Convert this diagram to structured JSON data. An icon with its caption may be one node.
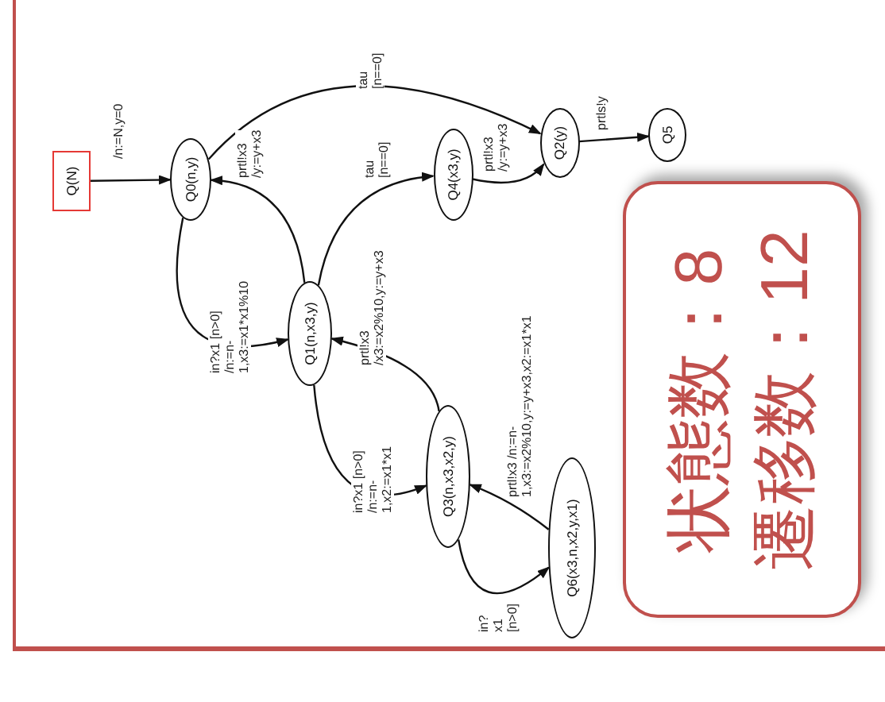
{
  "diagram": {
    "nodes": [
      {
        "text": [
          "Q(N)"
        ]
      },
      {
        "text": [
          "Q0(n,y)"
        ]
      },
      {
        "text": [
          "Q2(y)"
        ]
      },
      {
        "text": [
          "Q5"
        ]
      },
      {
        "text": [
          "Q4(x3,y)"
        ]
      },
      {
        "text": [
          "Q1(n,x3,y)"
        ]
      },
      {
        "text": [
          "Q3(n,x3,x2,y)"
        ]
      },
      {
        "text": [
          "Q6(x3,n,x2,y,x1)"
        ]
      },
      {
        "text": [
          "状態数：8",
          "遷移数：12"
        ]
      }
    ],
    "edges": [
      {
        "from": 0,
        "to": 1,
        "arrow": "to",
        "label": "/n:=N,y=0"
      },
      {
        "from": 1,
        "to": 2,
        "arrow": "to",
        "label": "tau [n==0]"
      },
      {
        "from": 1,
        "to": 5,
        "arrow": "to",
        "label": "in?x1 [n>0] /n:=n-1,x3:=x1*x1%10"
      },
      {
        "from": 5,
        "to": 1,
        "arrow": "to",
        "label": "prtl!x3 /y:=y+x3"
      },
      {
        "from": 5,
        "to": 4,
        "arrow": "to",
        "label": "tau [n==0]"
      },
      {
        "from": 4,
        "to": 2,
        "arrow": "to",
        "label": "prtl!x3 /y:=y+x3"
      },
      {
        "from": 2,
        "to": 3,
        "arrow": "to",
        "label": "prtls!y"
      },
      {
        "from": 5,
        "to": 6,
        "arrow": "to",
        "label": "in?x1 [n>0] /n:=n-1,x2:=x1*x1"
      },
      {
        "from": 6,
        "to": 5,
        "arrow": "to",
        "label": "prtl!x3 /x3:=x2%10,y:=y+x3"
      },
      {
        "from": 6,
        "to": 7,
        "arrow": "to",
        "label": "in?x1 [n>0]"
      },
      {
        "from": 7,
        "to": 6,
        "arrow": "to",
        "label": "prtl!x3 /n:=n-1,x3:=x2%10,y:=y+x3,x2:=x1*x1"
      }
    ]
  }
}
